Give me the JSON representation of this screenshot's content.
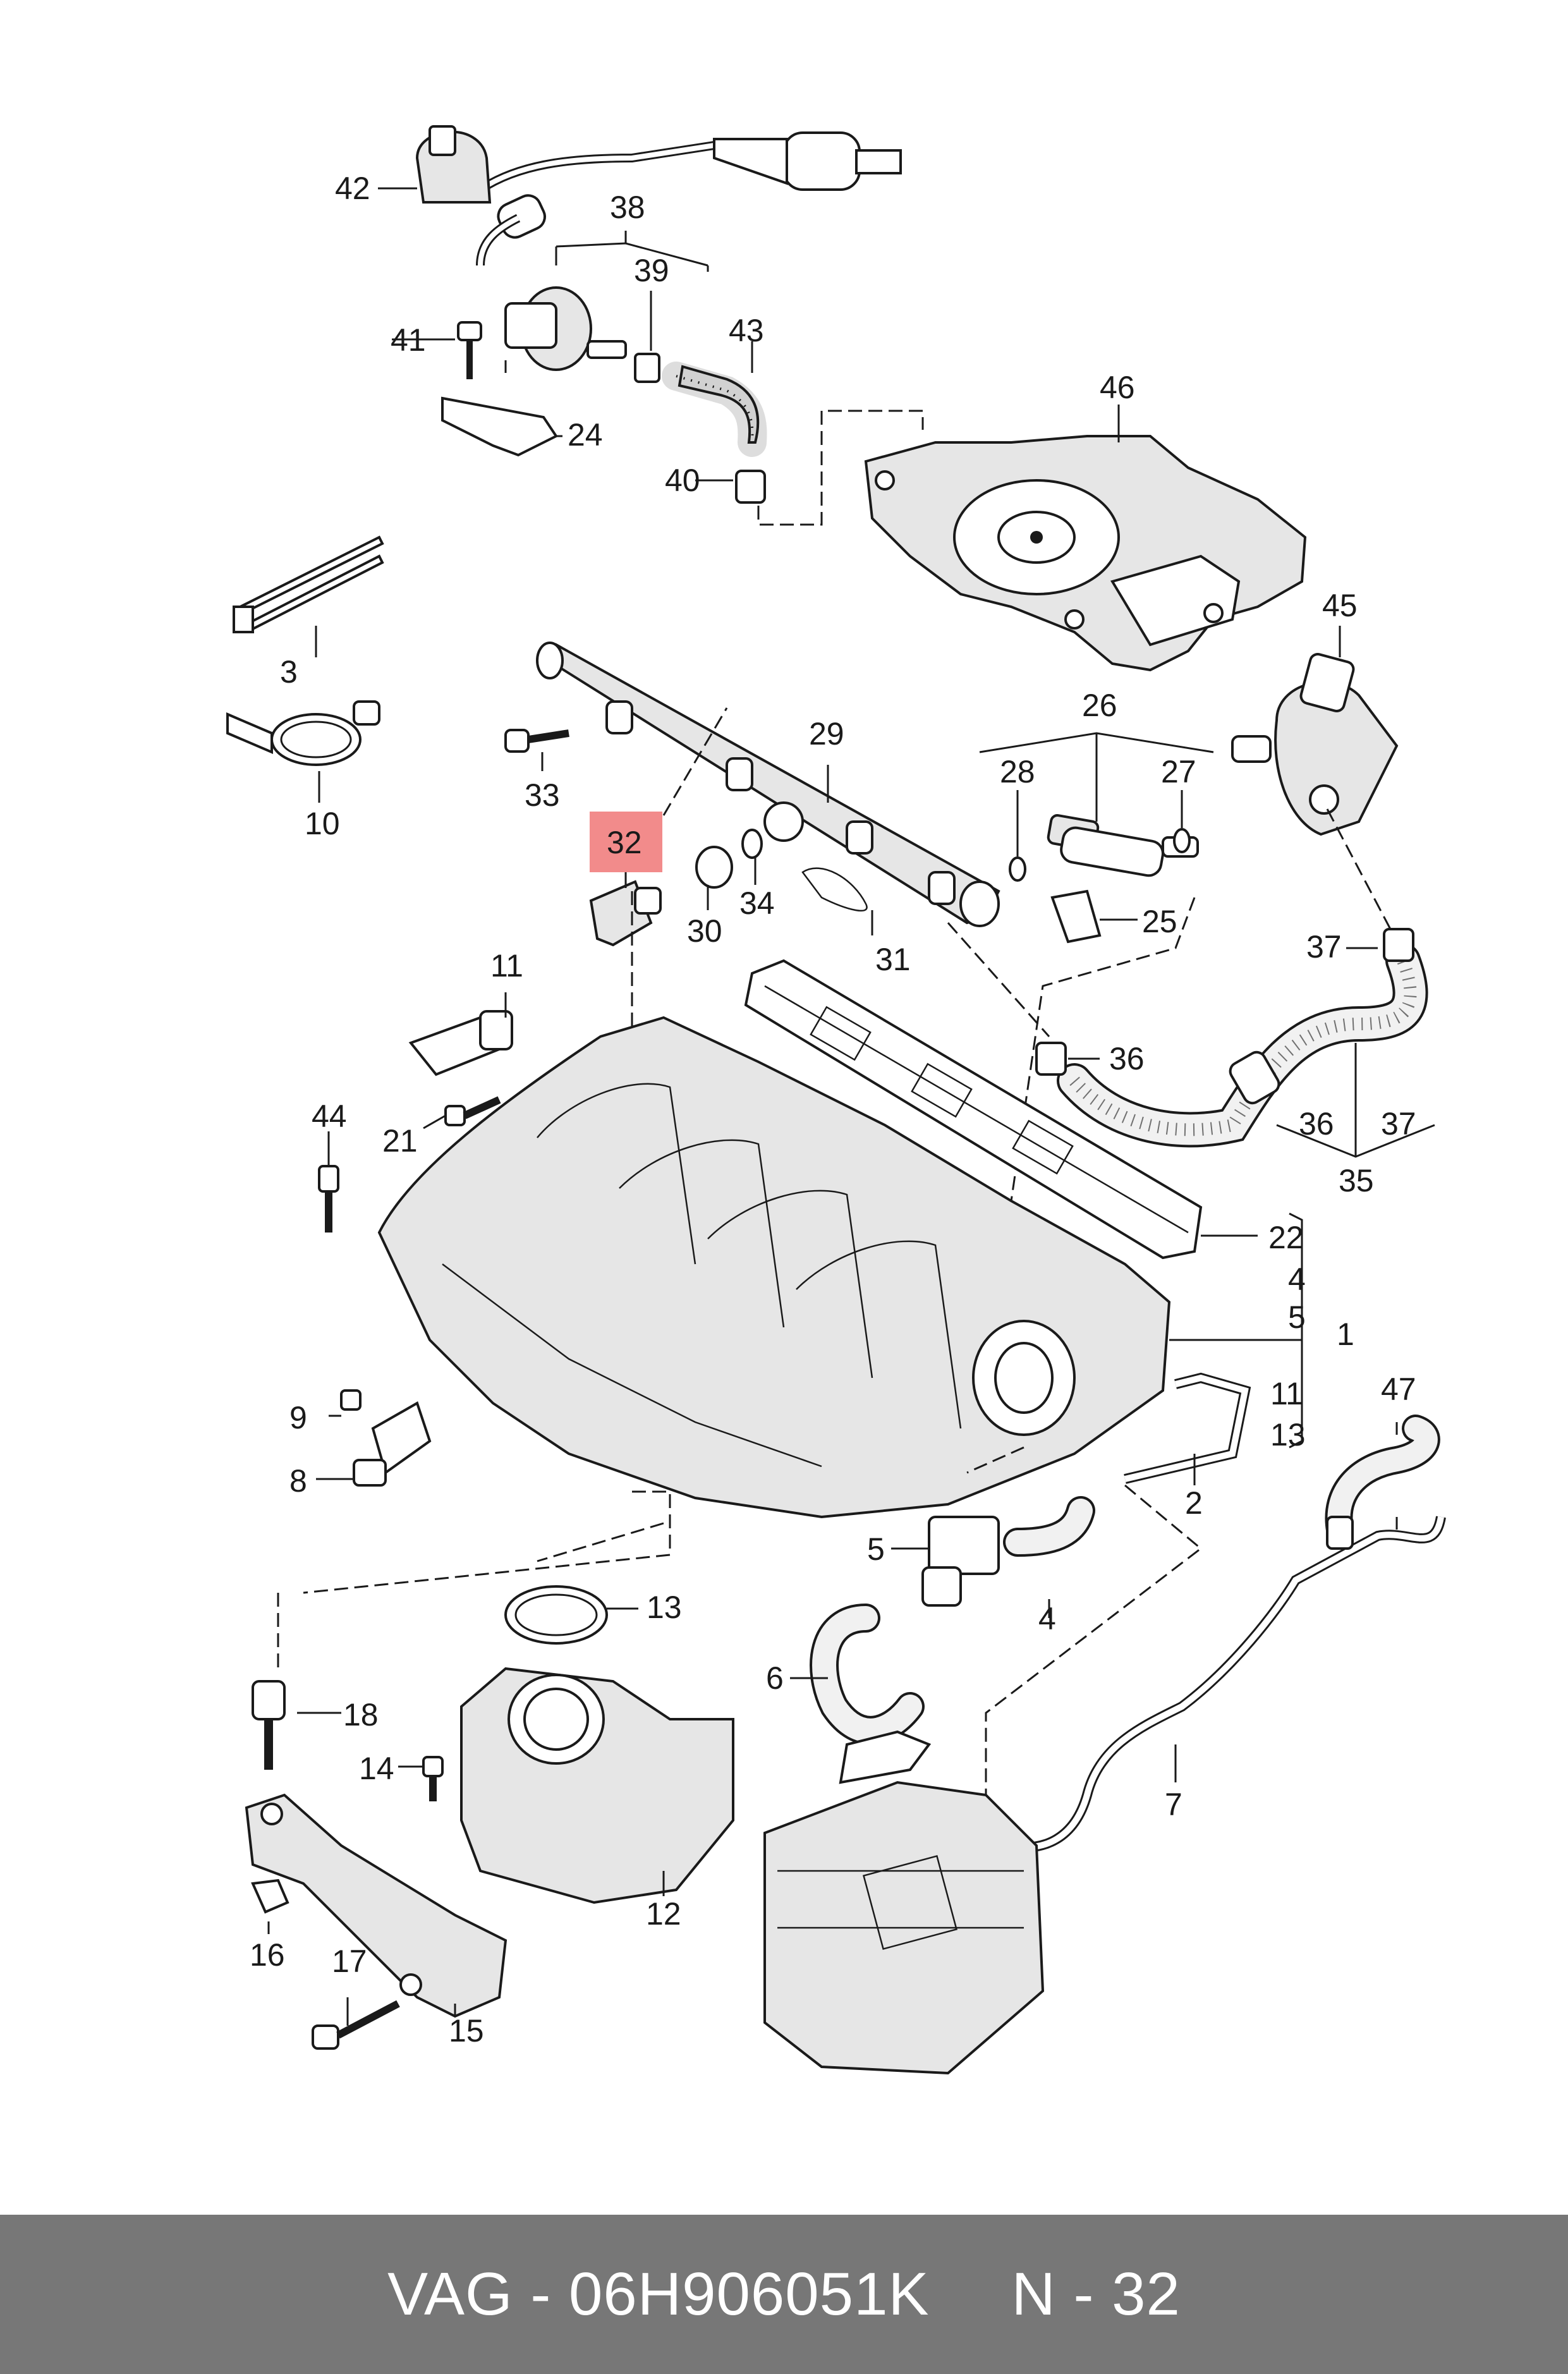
{
  "callouts": [
    "1",
    "2",
    "3",
    "4",
    "5",
    "6",
    "7",
    "8",
    "9",
    "10",
    "11",
    "12",
    "13",
    "14",
    "15",
    "16",
    "17",
    "18",
    "21",
    "22",
    "24",
    "25",
    "26",
    "27",
    "28",
    "29",
    "30",
    "31",
    "32",
    "33",
    "34",
    "35",
    "36",
    "37",
    "38",
    "39",
    "40",
    "41",
    "42",
    "43",
    "44",
    "45",
    "46",
    "47"
  ],
  "highlight": {
    "label": "32",
    "color": "#f28b8b"
  },
  "footer": {
    "brand_part": "VAG - 06H906051K",
    "page": "N - 32"
  },
  "colors": {
    "footer_bg": "#777777",
    "line": "#1a1a1a"
  }
}
